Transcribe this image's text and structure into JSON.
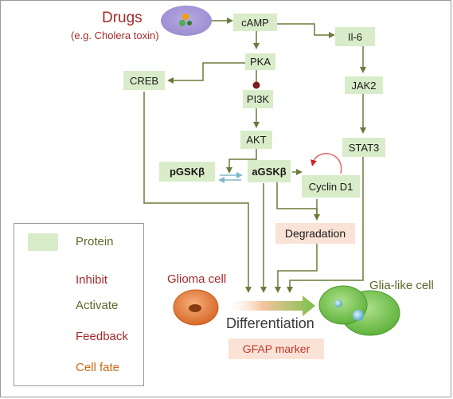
{
  "drugs": {
    "title": "Drugs",
    "subtitle": "(e.g. Cholera toxin)"
  },
  "nodes": {
    "camp": "cAMP",
    "pka": "PKA",
    "creb": "CREB",
    "pi3k": "PI3K",
    "akt": "AKT",
    "pgsk": "pGSKβ",
    "agsk": "aGSKβ",
    "cyclin": "Cyclin D1",
    "il6": "Il-6",
    "jak2": "JAK2",
    "stat3": "STAT3"
  },
  "degradation": "Degradation",
  "glioma_label": "Glioma cell",
  "glia_label": "Glia-like cell",
  "differentiation": "Differentiation",
  "gfap": "GFAP marker",
  "legend": {
    "protein": "Protein",
    "inhibit": "Inhibit",
    "activate": "Activate",
    "feedback": "Feedback",
    "cell_fate": "Cell fate"
  },
  "colors": {
    "protein_fill": "#d9ecc9",
    "arrow": "#6b7a3a",
    "inhibit_dot": "#7b1f1f",
    "label_red": "#a52a2a",
    "label_olive": "#5a6b2a",
    "feedback": "#e06060",
    "degradation_fill": "#fbe2d6"
  }
}
